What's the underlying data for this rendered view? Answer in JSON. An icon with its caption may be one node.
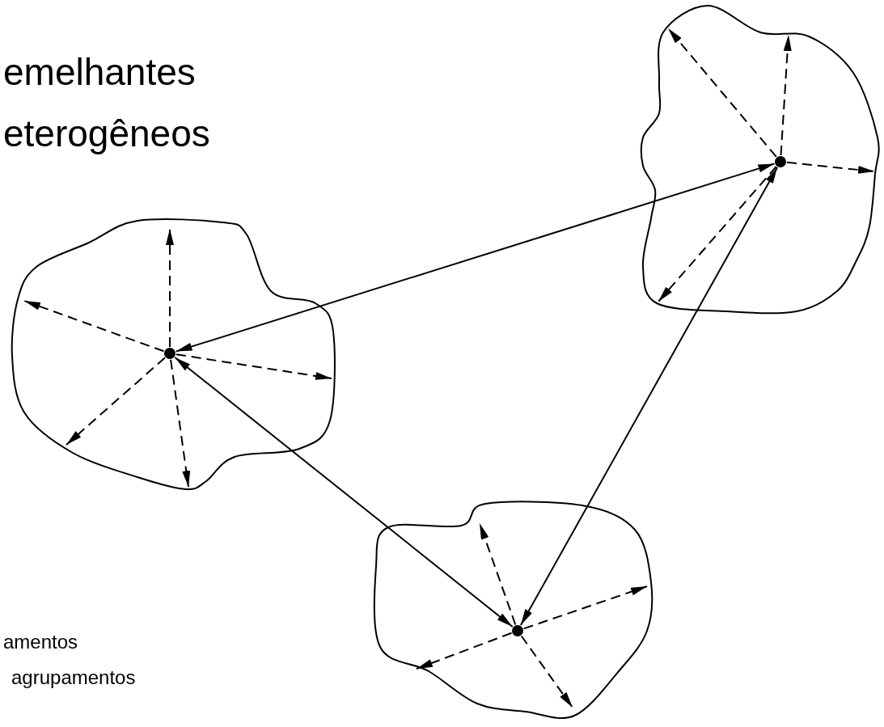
{
  "diagram": {
    "nodes": [
      {
        "text": [],
        "shape": "cloud"
      },
      {
        "text": [],
        "shape": "circle",
        "in": 0
      },
      {
        "text": [],
        "shape": "cloud"
      },
      {
        "text": [],
        "shape": "circle",
        "in": 2
      },
      {
        "text": [],
        "shape": "cloud"
      },
      {
        "text": [],
        "shape": "circle",
        "in": 4
      }
    ],
    "edges": [
      {
        "from": 3,
        "to": 1,
        "arrow": "both"
      },
      {
        "from": 3,
        "to": 5,
        "arrow": "both"
      },
      {
        "from": 1,
        "to": 5,
        "arrow": "both"
      },
      {
        "from": 1,
        "to": 0,
        "arrow": "to",
        "style": "dashed"
      },
      {
        "from": 1,
        "to": 0,
        "arrow": "to",
        "style": "dashed"
      },
      {
        "from": 1,
        "to": 0,
        "arrow": "to",
        "style": "dashed"
      },
      {
        "from": 1,
        "to": 0,
        "arrow": "to",
        "style": "dashed"
      },
      {
        "from": 3,
        "to": 2,
        "arrow": "to",
        "style": "dashed"
      },
      {
        "from": 3,
        "to": 2,
        "arrow": "to",
        "style": "dashed"
      },
      {
        "from": 3,
        "to": 2,
        "arrow": "to",
        "style": "dashed"
      },
      {
        "from": 3,
        "to": 2,
        "arrow": "to",
        "style": "dashed"
      },
      {
        "from": 3,
        "to": 2,
        "arrow": "to",
        "style": "dashed"
      },
      {
        "from": 5,
        "to": 4,
        "arrow": "to",
        "style": "dashed"
      },
      {
        "from": 5,
        "to": 4,
        "arrow": "to",
        "style": "dashed"
      },
      {
        "from": 5,
        "to": 4,
        "arrow": "to",
        "style": "dashed"
      },
      {
        "from": 5,
        "to": 4,
        "arrow": "to",
        "style": "dashed"
      }
    ],
    "labels": [
      "emelhantes",
      "eterogêneos",
      "amentos",
      "agrupamentos"
    ]
  }
}
